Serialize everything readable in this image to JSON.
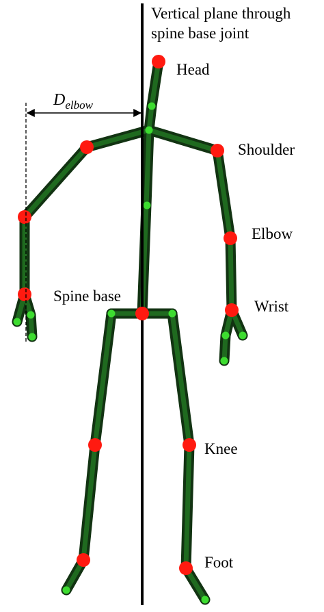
{
  "figure": {
    "plane_label_line1": "Vertical plane through",
    "plane_label_line2": "spine base joint",
    "distance_label_main": "D",
    "distance_label_sub": "elbow",
    "labels": {
      "head": "Head",
      "shoulder": "Shoulder",
      "elbow": "Elbow",
      "spine_base": "Spine base",
      "wrist": "Wrist",
      "knee": "Knee",
      "foot": "Foot"
    }
  },
  "colors": {
    "bone_outer": "#123312",
    "bone_inner": "#1f6a1f",
    "labeled_joint": "#ff1a10",
    "minor_joint": "#3ddc30",
    "plane_line": "#000000"
  }
}
